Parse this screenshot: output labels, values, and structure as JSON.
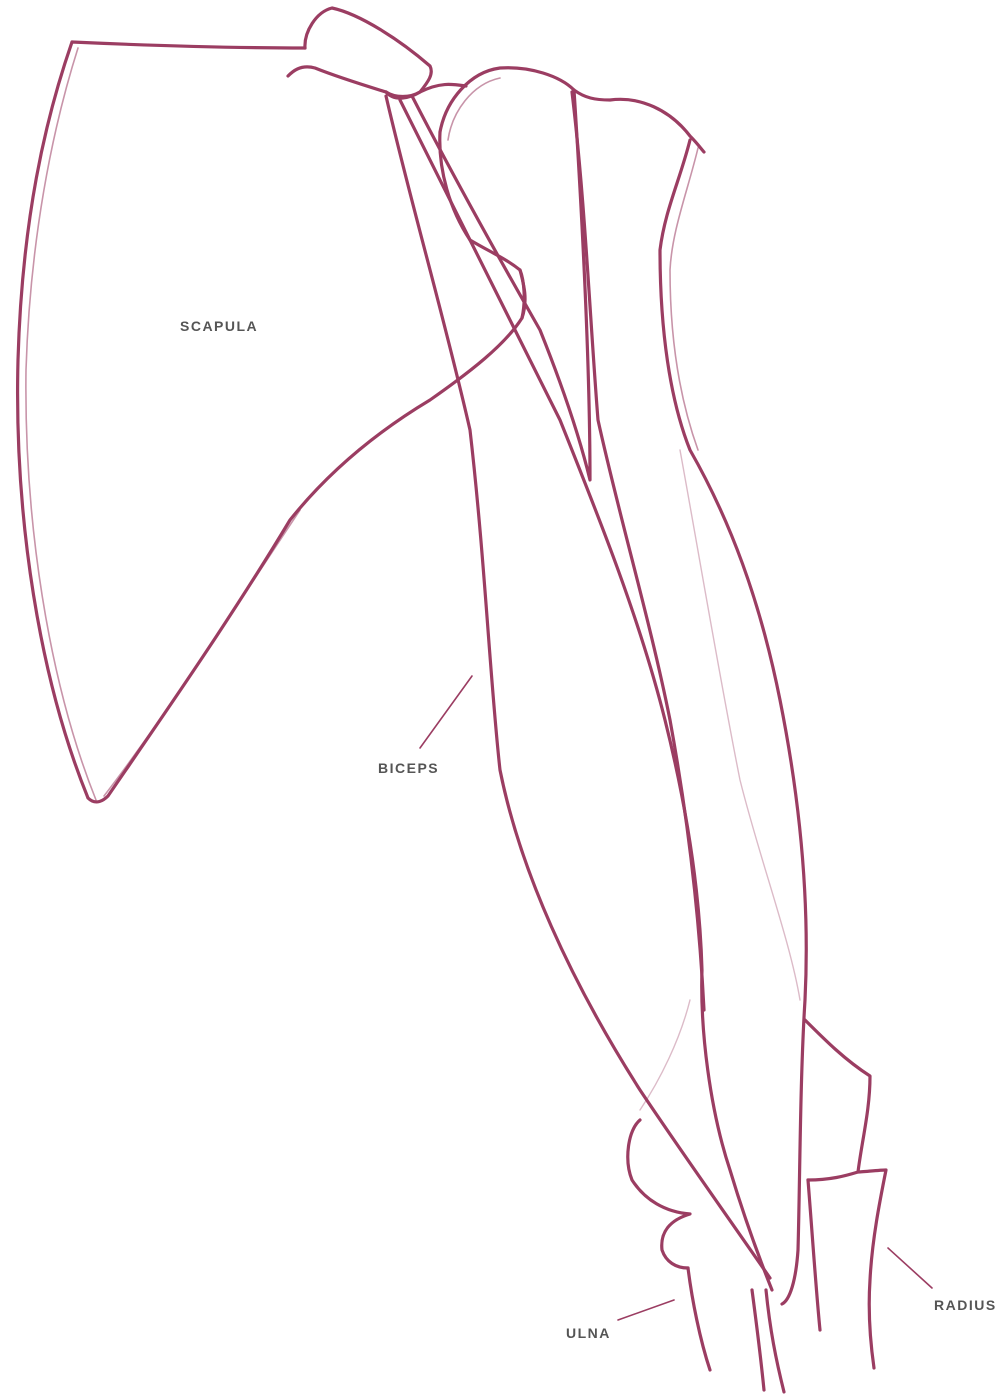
{
  "labels": {
    "scapula": "SCAPULA",
    "biceps": "BICEPS",
    "ulna": "ULNA",
    "radius": "RADIUS"
  },
  "colors": {
    "sketch_stroke": "#9b3d62",
    "label_text": "#555555",
    "leader_line": "#9b3d62",
    "background": "#ffffff"
  }
}
